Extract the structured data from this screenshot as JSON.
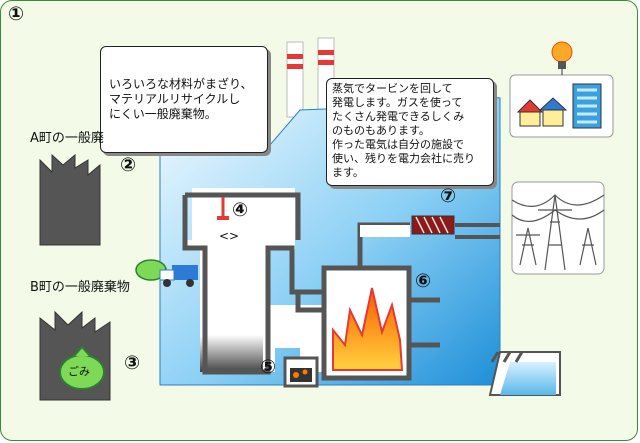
{
  "step_marker": "①",
  "callout_left": {
    "lines": [
      "いろいろな材料がまざり、",
      "マテリアルリサイクルし",
      "にくい一般廃棄物。"
    ]
  },
  "callout_right": {
    "lines": [
      "蒸気でタービンを回して",
      "発電します。ガスを使って",
      "たくさん発電できるしくみ",
      "のものもあります。",
      "作った電気は自分の施設で",
      "使い、残りを電力会社に売り",
      "ます。"
    ]
  },
  "town_a_label": "A町の一般廃",
  "town_b_label": "B町の一般廃棄物",
  "bag_text": "ごみ",
  "markers": {
    "m2": "②",
    "m3": "③",
    "m4": "④",
    "m5": "⑤",
    "m6": "⑥",
    "m7": "⑦"
  },
  "colors": {
    "plant_blue": "#3aa0e0",
    "plant_light": "#dff1fb",
    "chimney_stripe": "#e53935",
    "fire_orange": "#ff6b00",
    "fire_yellow": "#ffd23f",
    "garbage_green": "#7ed957",
    "frame_green": "#3b8a3b"
  },
  "icons": [
    "factory-icon",
    "garbage-truck-icon",
    "garbage-bag-icon",
    "crane-icon",
    "turbine-icon",
    "fire-icon",
    "house-icon",
    "building-icon",
    "lightbulb-icon",
    "power-tower-icon",
    "pool-icon",
    "ash-icon"
  ]
}
